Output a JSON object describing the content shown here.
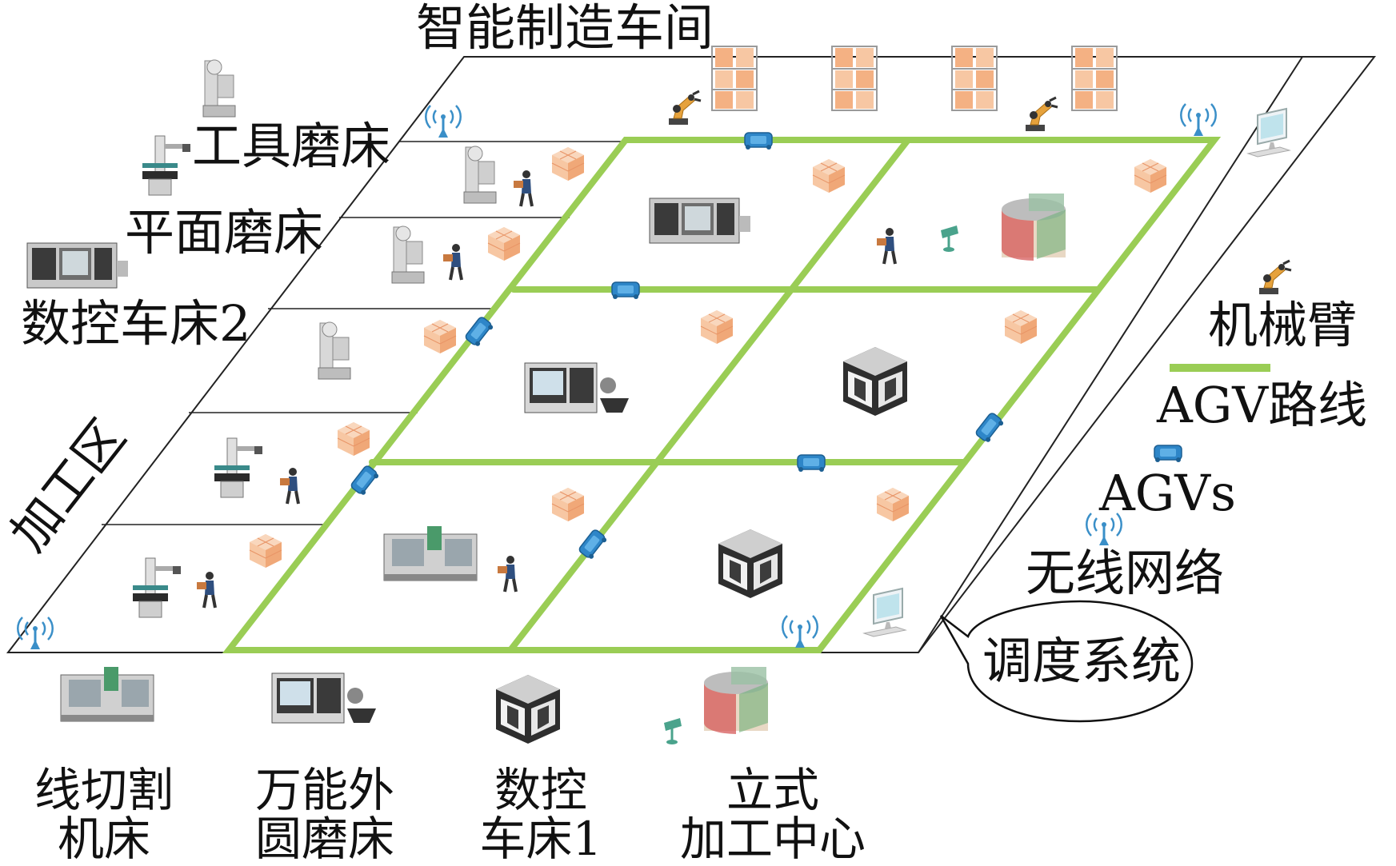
{
  "title": "智能制造车间",
  "left_labels": {
    "tool_grinder": "工具磨床",
    "surface_grinder": "平面磨床",
    "cnc_lathe_2": "数控车床2",
    "processing_zone": "加工区"
  },
  "legend": {
    "robot_arm": "机械臂",
    "agv_route": "AGV路线",
    "agvs": "AGVs",
    "wireless": "无线网络",
    "dispatch": "调度系统"
  },
  "bottom_labels": {
    "wire_cut": [
      "线切割",
      "机床"
    ],
    "cyl_grinder": [
      "万能外",
      "圆磨床"
    ],
    "cnc_lathe_1": [
      "数控",
      "车床1"
    ],
    "vertical_mc": [
      "立式",
      "加工中心"
    ]
  },
  "colors": {
    "agv_route": "#9acd55",
    "agv": "#2e86c8",
    "box": "#f4b183",
    "wifi": "#3a8fc8",
    "robot": "#e6a23c",
    "machine_dark": "#3a3a3a",
    "machine_light": "#c8c8c8"
  }
}
